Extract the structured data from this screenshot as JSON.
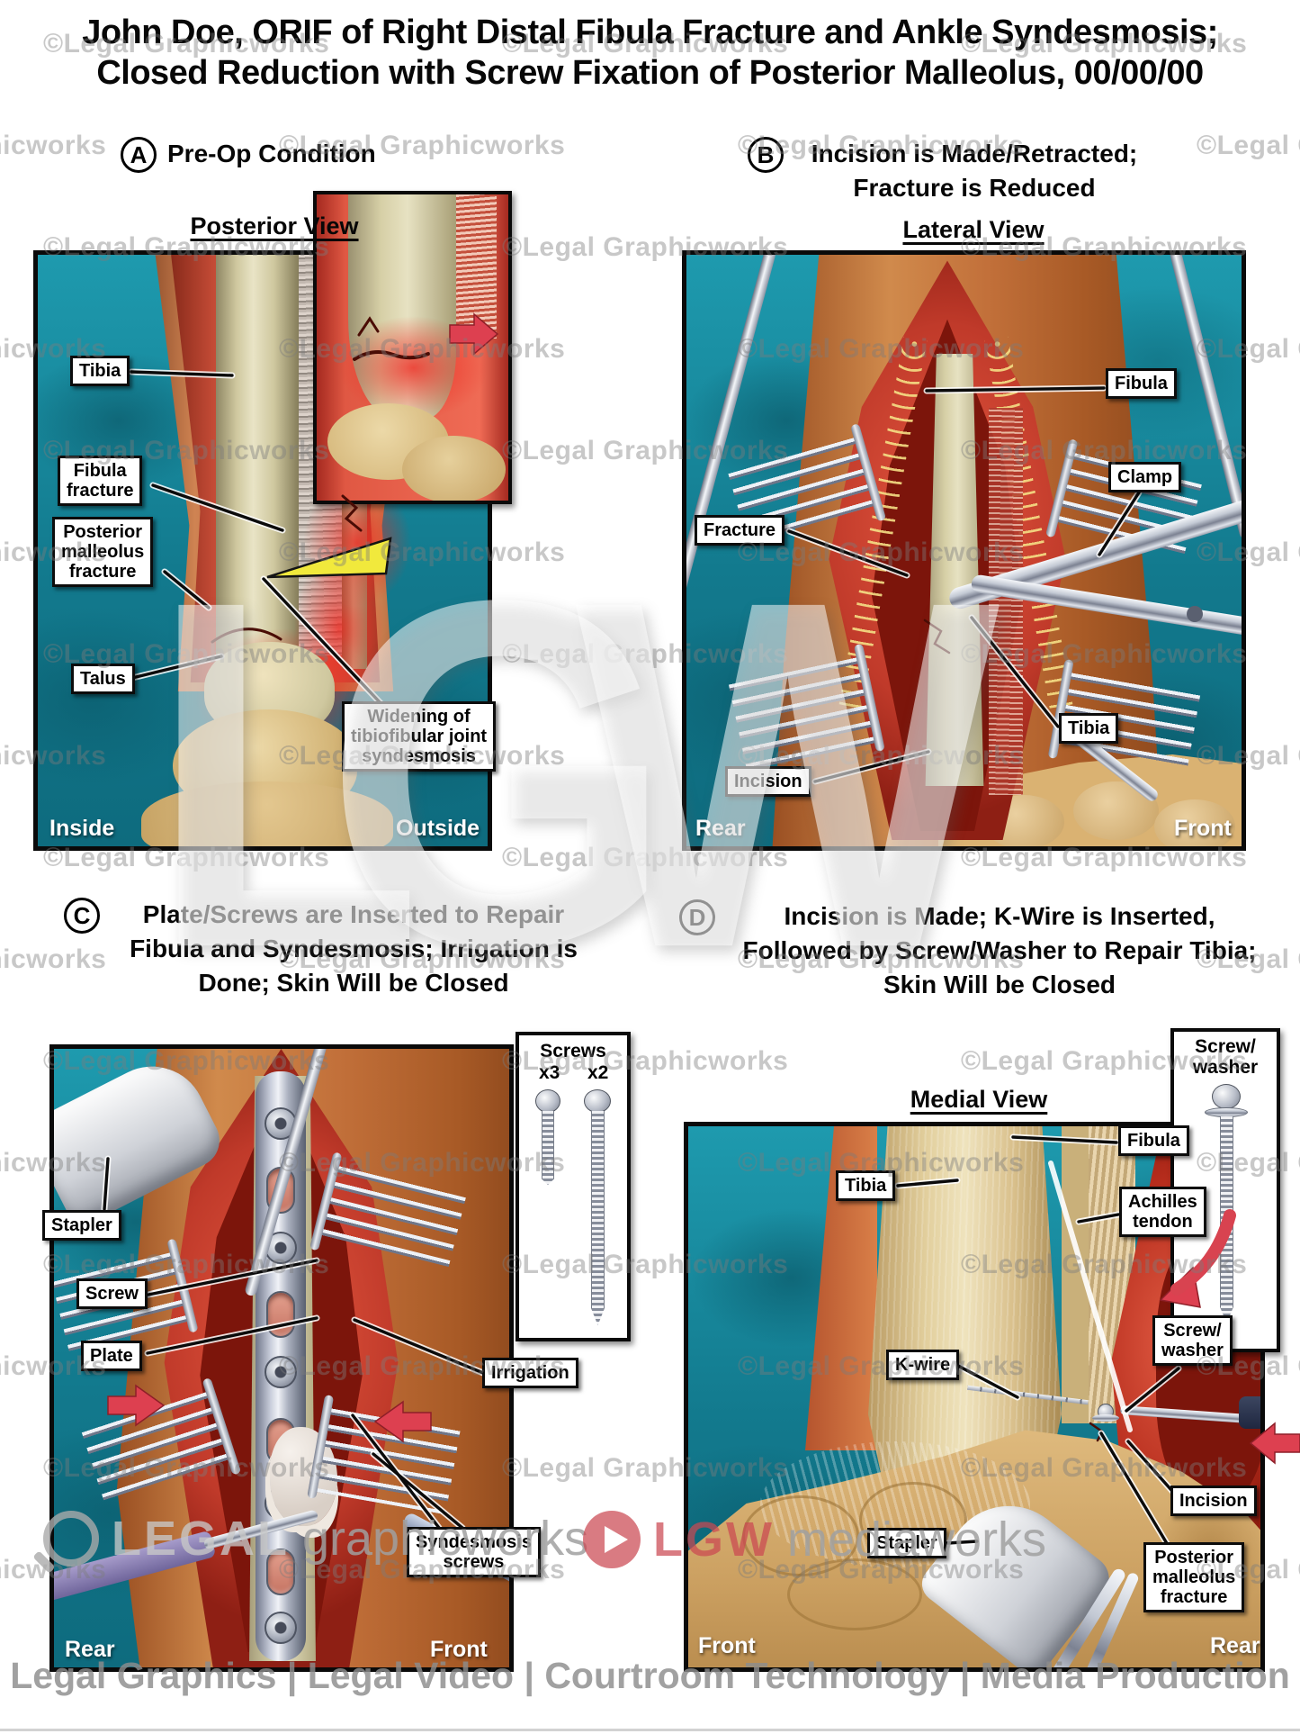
{
  "title": "John Doe, ORIF of Right Distal Fibula Fracture and Ankle Syndesmosis;\nClosed Reduction with Screw Fixation of Posterior Malleolus, 00/00/00",
  "footer": "Legal Graphics | Legal Video | Courtroom Technology | Media Production",
  "colors": {
    "surgical_drape_teal": "#14808f",
    "muscle_red": "#c03a2a",
    "bone_tan": "#cfc89f",
    "skin_orange": "#c97038",
    "arrow_red": "#dd4050",
    "highlight_yellow": "#f1e93c",
    "watermark_gray": "#b0b0b0"
  },
  "watermarks": {
    "tile": "©Legal Graphicworks",
    "big": "LGW",
    "left_logo": {
      "word1": "LEGAL",
      "word2": "graphicworks"
    },
    "right_logo": {
      "word1": "LGW",
      "word2": "mediaworks"
    }
  },
  "panel_a": {
    "letter": "A",
    "heading": "Pre-Op Condition",
    "view": "Posterior View",
    "corner_left": "Inside",
    "corner_right": "Outside",
    "labels": {
      "tibia": "Tibia",
      "fibula_fracture": "Fibula\nfracture",
      "posterior_malleolus_fracture": "Posterior\nmalleolus\nfracture",
      "talus": "Talus",
      "widening": "Widening of\ntibiofibular joint\nsyndesmosis"
    }
  },
  "panel_b": {
    "letter": "B",
    "heading": "Incision is Made/Retracted;\nFracture is Reduced",
    "view": "Lateral View",
    "corner_left": "Rear",
    "corner_right": "Front",
    "labels": {
      "fibula": "Fibula",
      "clamp": "Clamp",
      "fracture": "Fracture",
      "tibia": "Tibia",
      "incision": "Incision"
    }
  },
  "panel_c": {
    "letter": "C",
    "heading": "Plate/Screws are Inserted to Repair\nFibula and Syndesmosis; Irrigation is\nDone; Skin Will be Closed",
    "corner_left": "Rear",
    "corner_right": "Front",
    "labels": {
      "stapler": "Stapler",
      "screw": "Screw",
      "plate": "Plate",
      "irrigation": "Irrigation",
      "syndesmosis_screws": "Syndesmosis\nscrews"
    },
    "inset": {
      "title": "Screws",
      "count_left": "x3",
      "count_right": "x2"
    }
  },
  "panel_d": {
    "letter": "D",
    "heading": "Incision is Made; K-Wire is Inserted,\nFollowed by Screw/Washer to Repair Tibia;\nSkin Will be Closed",
    "view": "Medial View",
    "corner_left": "Front",
    "corner_right": "Rear",
    "labels": {
      "fibula": "Fibula",
      "tibia": "Tibia",
      "achilles_tendon": "Achilles\ntendon",
      "k_wire": "K-wire",
      "screw_washer": "Screw/\nwasher",
      "incision": "Incision",
      "posterior_malleolus_fracture": "Posterior\nmalleolus\nfracture",
      "stapler": "Stapler"
    },
    "inset": {
      "title": "Screw/\nwasher"
    }
  }
}
